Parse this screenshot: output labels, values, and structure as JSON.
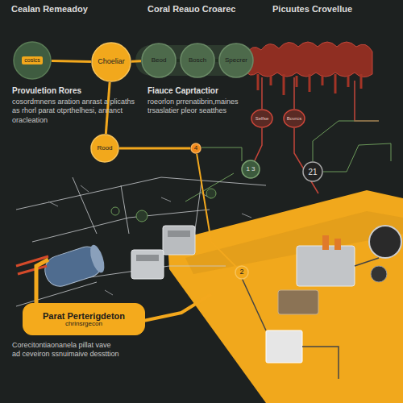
{
  "diagram": {
    "title": "Cealan Remeadoy",
    "nodes": [
      {
        "text": [
          "cosics"
        ]
      },
      {
        "text": [
          "Choeliar"
        ]
      },
      {
        "text": [
          "Beod"
        ]
      },
      {
        "text": [
          "Bosch"
        ]
      },
      {
        "text": [
          "Specrer"
        ]
      },
      {
        "text": [
          "Selfse"
        ]
      },
      {
        "text": [
          "Bovrcs"
        ]
      },
      {
        "text": [
          "Rood"
        ]
      },
      {
        "text": [
          "4"
        ]
      },
      {
        "text": [
          "1 3"
        ]
      },
      {
        "text": [
          "21"
        ]
      },
      {
        "text": [
          "2"
        ]
      },
      {
        "text": [
          "Parat Perterigdeton",
          "chrinsrgecon"
        ]
      }
    ],
    "edges": [
      {
        "from": 0,
        "to": 1,
        "arrow": "none"
      },
      {
        "from": 1,
        "to": 2,
        "arrow": "none"
      },
      {
        "from": 2,
        "to": 3,
        "arrow": "none"
      },
      {
        "from": 3,
        "to": 4,
        "arrow": "none"
      },
      {
        "from": 1,
        "to": 7,
        "arrow": "none"
      },
      {
        "from": 7,
        "to": 8,
        "arrow": "none"
      },
      {
        "from": 8,
        "to": 11,
        "arrow": "none"
      },
      {
        "from": 5,
        "to": 9,
        "arrow": "none"
      }
    ],
    "labels": [
      "Coral Reauo Croarec",
      "Picuutes Crovellue",
      "Provuletion Rores",
      "cosordmnens aration anrast a plicaths as rhorl parat otprthelhesi, anranct oracleation",
      "Fiauce Caprtactior",
      "roeorlon prrenatibrin,maines trsaslatier pleor seatthes",
      "Corecitontiaonanela pillat vave ad ceveiron ssnuimaive dessttion"
    ]
  }
}
